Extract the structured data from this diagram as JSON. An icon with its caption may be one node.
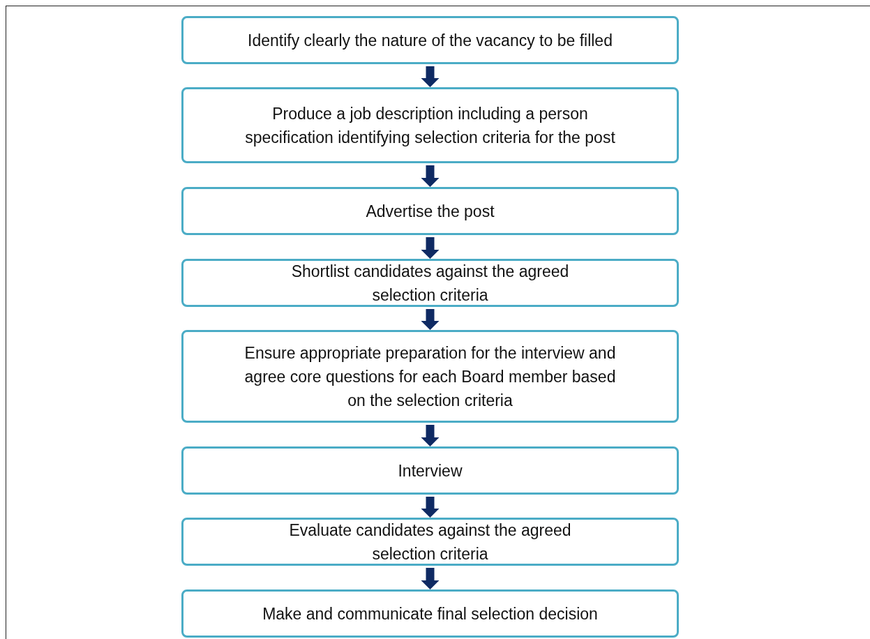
{
  "diagram": {
    "nodes": [
      {
        "text": [
          "Identify clearly the nature of the vacancy to be filled"
        ]
      },
      {
        "text": [
          "Produce a job description including a person specification identifying selection criteria for the post"
        ]
      },
      {
        "text": [
          "Advertise the post"
        ]
      },
      {
        "text": [
          "Shortlist candidates against the agreed selection criteria"
        ]
      },
      {
        "text": [
          "Ensure appropriate preparation for the interview and agree core questions for each Board member based on the selection criteria"
        ]
      },
      {
        "text": [
          "Interview"
        ]
      },
      {
        "text": [
          "Evaluate candidates against the agreed selection criteria"
        ]
      },
      {
        "text": [
          "Make and communicate final selection decision"
        ]
      }
    ],
    "edges": [
      {
        "from": 0,
        "to": 1,
        "arrow": "to"
      },
      {
        "from": 1,
        "to": 2,
        "arrow": "to"
      },
      {
        "from": 2,
        "to": 3,
        "arrow": "to"
      },
      {
        "from": 3,
        "to": 4,
        "arrow": "to"
      },
      {
        "from": 4,
        "to": 5,
        "arrow": "to"
      },
      {
        "from": 5,
        "to": 6,
        "arrow": "to"
      },
      {
        "from": 6,
        "to": 7,
        "arrow": "to"
      }
    ]
  }
}
